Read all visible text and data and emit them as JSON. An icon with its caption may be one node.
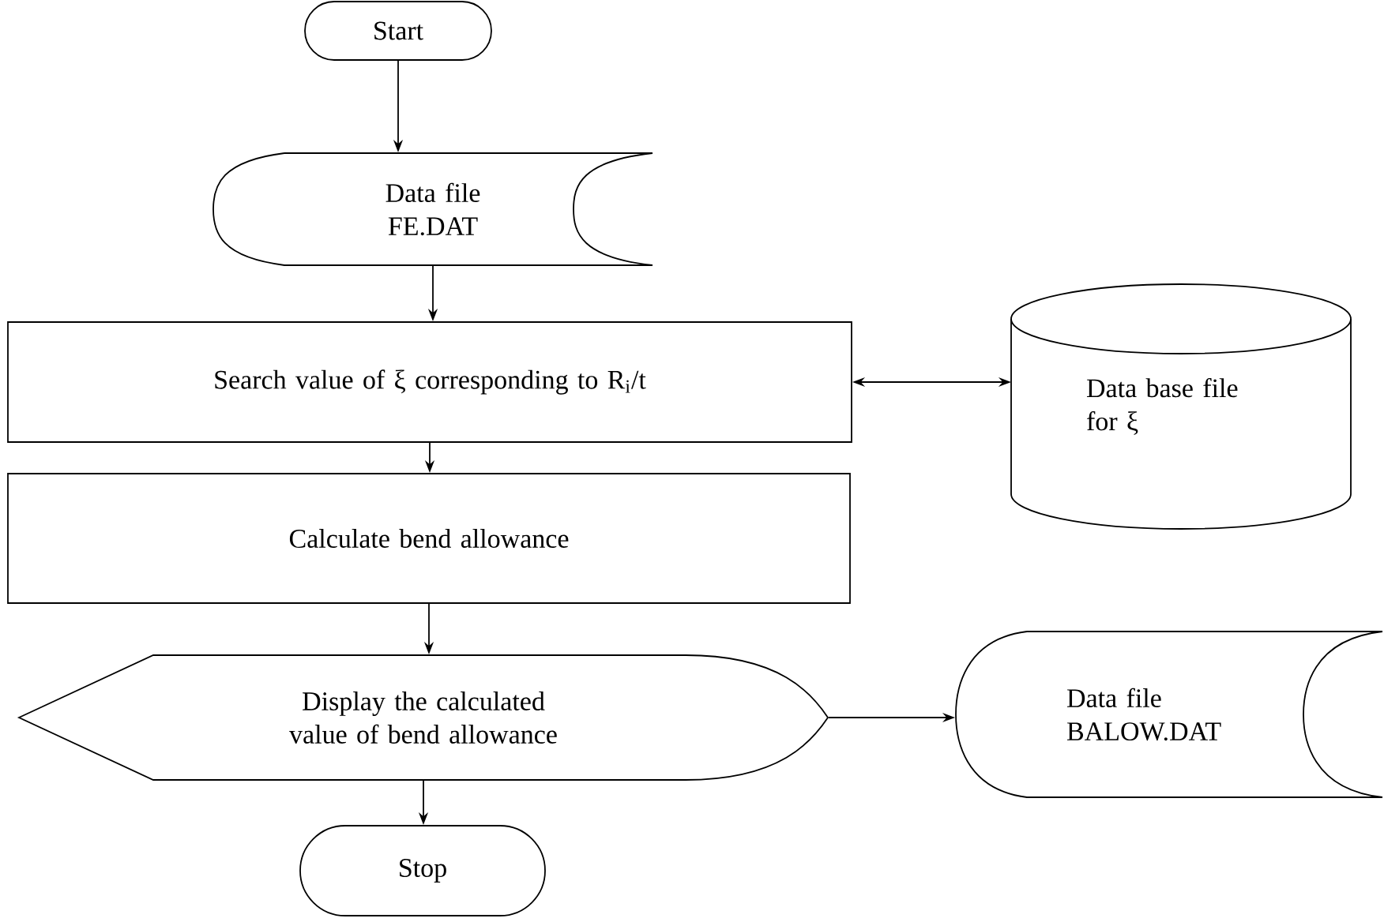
{
  "diagram": {
    "nodes": [
      {
        "text": [
          "Start"
        ]
      },
      {
        "text": [
          "Data file FE.DAT"
        ]
      },
      {
        "text": [
          "Search value of ξ corresponding to R$_{i}$/t"
        ]
      },
      {
        "text": [
          "Calculate bend allowance"
        ]
      },
      {
        "text": [
          "Display the calculated value of bend allowance"
        ]
      },
      {
        "text": [
          "Stop"
        ]
      },
      {
        "text": [
          "Data base file for ξ"
        ]
      },
      {
        "text": [
          "Data file BALOW.DAT"
        ]
      }
    ],
    "edges": [
      {
        "from": 0,
        "to": 1,
        "arrow": "to"
      },
      {
        "from": 1,
        "to": 2,
        "arrow": "to"
      },
      {
        "from": 2,
        "to": 6,
        "arrow": "both"
      },
      {
        "from": 2,
        "to": 3,
        "arrow": "to"
      },
      {
        "from": 3,
        "to": 4,
        "arrow": "to"
      },
      {
        "from": 4,
        "to": 5,
        "arrow": "to"
      },
      {
        "from": 4,
        "to": 7,
        "arrow": "to"
      }
    ]
  }
}
